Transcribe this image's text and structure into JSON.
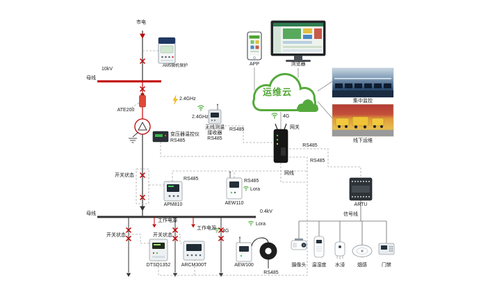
{
  "labels": {
    "mains": "市电",
    "voltage_top": "10kV",
    "busbar_top": "母线",
    "relay": "AM5微机保护",
    "ate200": "ATE200",
    "freq_1": "2.4GHz",
    "freq_2": "2.4GHz",
    "receiver_l1": "无线测温",
    "receiver_l2": "接收器",
    "receiver_l3": "RS485",
    "receiver_bus": "RS485",
    "transformer_ctrl": "变压器温控仪",
    "transformer_ctrl_bus": "RS485",
    "app": "APP",
    "browser": "浏览器",
    "cloud": "运维云",
    "net_4g": "4G",
    "gateway": "网关",
    "photo_monitor": "集中监控",
    "photo_ops": "线下运维",
    "switch_status_mid": "开关状态",
    "apm810": "APM810",
    "apm810_bus": "RS485",
    "aew110": "AEW110",
    "aew110_bus": "RS485",
    "aew110_lora": "Lora",
    "cable_net": "网线",
    "rs485_a": "RS485",
    "rs485_b": "RS485",
    "artu": "ARTU",
    "signal_line": "信号线",
    "busbar_bottom": "母线",
    "voltage_bottom": "0.4kV",
    "work_power_1": "工作电源",
    "work_power_2": "工作电源",
    "switch_status_b1": "开关状态",
    "switch_status_b2": "开关状态",
    "dtsd1352": "DTSD1352",
    "arcm300t": "ARCM300T",
    "net_4g_b": "4G",
    "aew100": "AEW100",
    "lora_b": "Lora",
    "camera": "摄像头",
    "temp_humidity": "温湿度",
    "water": "水浸",
    "smoke": "烟感",
    "door": "门禁",
    "rs485_bottom": "RS485"
  },
  "colors": {
    "power_red": "#c00000",
    "line_black": "#333333",
    "cloud_green": "#55a93c",
    "wifi_green": "#52ae3f",
    "dashed_gray": "#aaaaaa"
  }
}
